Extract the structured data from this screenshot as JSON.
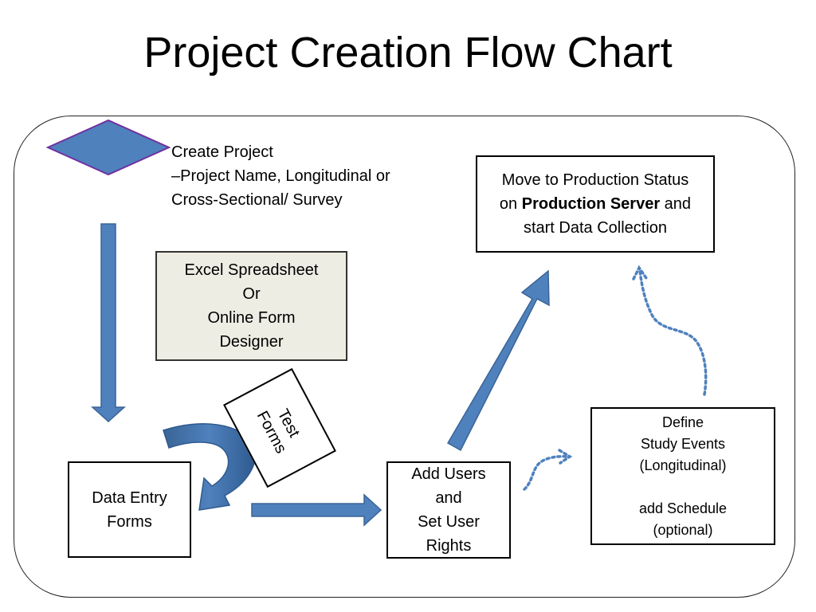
{
  "title": "Project Creation Flow Chart",
  "create_project": {
    "line1": "Create Project",
    "line2": "–Project Name, Longitudinal or",
    "line3": "Cross-Sectional/ Survey"
  },
  "design_tool": {
    "line1": "Excel Spreadsheet",
    "line2": "Or",
    "line3": "Online Form",
    "line4": "Designer"
  },
  "test_forms": {
    "line1": "Test",
    "line2": "Forms"
  },
  "data_entry": {
    "line1": "Data Entry",
    "line2": "Forms"
  },
  "add_users": {
    "line1": "Add Users",
    "line2": "and",
    "line3": "Set User",
    "line4": "Rights"
  },
  "production": {
    "line1": "Move to Production Status",
    "line2_pre": "on ",
    "line2_bold": "Production Server",
    "line2_post": " and",
    "line3": "start Data Collection"
  },
  "define_events": {
    "line1": "Define",
    "line2": "Study Events",
    "line3": "(Longitudinal)",
    "line4": "add Schedule",
    "line5": "(optional)"
  },
  "colors": {
    "arrow_fill": "#4f81bd",
    "arrow_stroke": "#3a6496",
    "diamond_stroke": "#7030a0",
    "dotted": "#4f81bd"
  }
}
